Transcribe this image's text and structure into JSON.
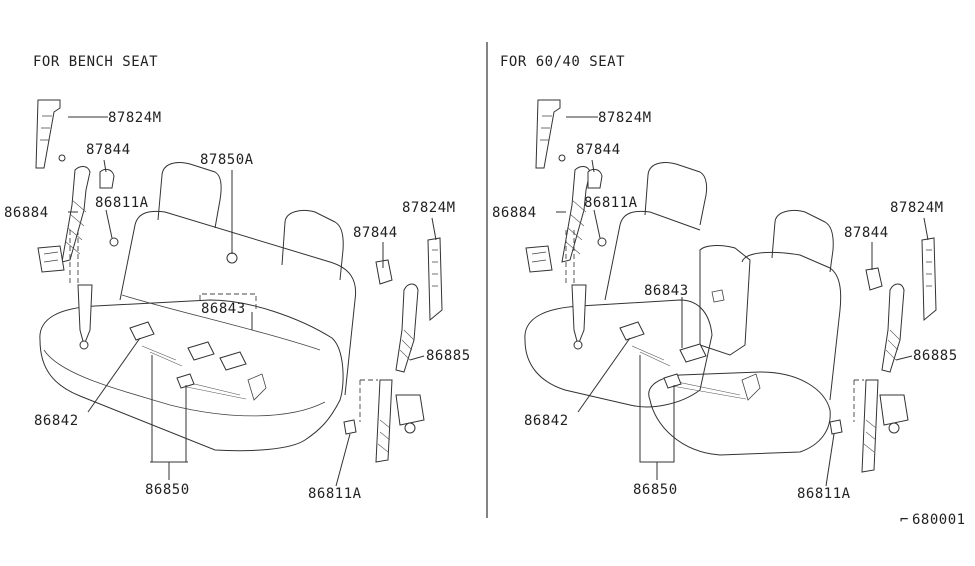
{
  "diagram": {
    "catalog_ref": "680001",
    "panels": [
      {
        "title": "FOR BENCH SEAT",
        "labels": {
          "p87824m_top": "87824M",
          "p87844_left": "87844",
          "p86884": "86884",
          "p86811a_top": "86811A",
          "p87850a": "87850A",
          "p86843": "86843",
          "p87844_right": "87844",
          "p87824m_right": "87824M",
          "p86885": "86885",
          "p86842": "86842",
          "p86850": "86850",
          "p86811a_bottom": "86811A"
        }
      },
      {
        "title": "FOR 60/40 SEAT",
        "labels": {
          "p87824m_top": "87824M",
          "p87844_left": "87844",
          "p86884": "86884",
          "p86811a_top": "86811A",
          "p86843": "86843",
          "p87844_right": "87844",
          "p87824m_right": "87824M",
          "p86885": "86885",
          "p86842": "86842",
          "p86850": "86850",
          "p86811a_bottom": "86811A"
        }
      }
    ]
  }
}
